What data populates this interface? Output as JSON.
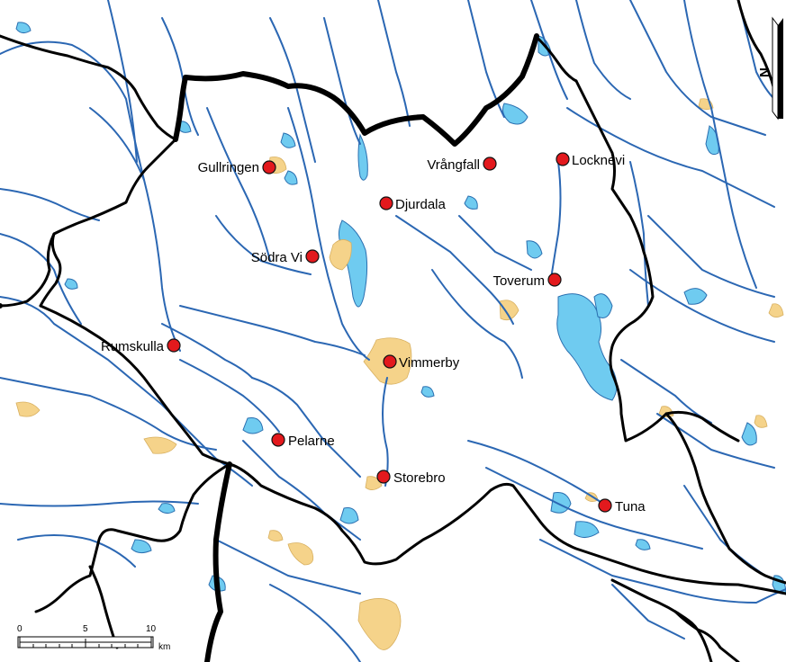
{
  "map": {
    "places": [
      {
        "name": "Gullringen"
      },
      {
        "name": "Vrångfall"
      },
      {
        "name": "Locknevi"
      },
      {
        "name": "Djurdala"
      },
      {
        "name": "Södra Vi"
      },
      {
        "name": "Toverum"
      },
      {
        "name": "Rumskulla"
      },
      {
        "name": "Vimmerby"
      },
      {
        "name": "Pelarne"
      },
      {
        "name": "Storebro"
      },
      {
        "name": "Tuna"
      }
    ],
    "north_arrow": {
      "letter": "N"
    },
    "scale_bar": {
      "ticks": [
        "0",
        "5",
        "10"
      ],
      "unit": "km"
    },
    "colors": {
      "water": "#6fcbf0",
      "river": "#2b67b3",
      "urban": "#f5d38a",
      "border": "#000000",
      "place_marker": "#e3191d"
    }
  }
}
